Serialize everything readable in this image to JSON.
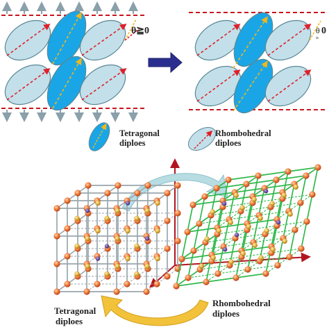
{
  "panel_top": {
    "angle_left": "θ≧0",
    "angle_right_symbol": "θ",
    "angle_right_value": "0",
    "angle_right_mark": "°"
  },
  "legend": {
    "tetragonal_line1": "Tetragonal",
    "tetragonal_line2": "diploes",
    "rhombohedral_line1": "Rhombohedral",
    "rhombohedral_line2": "diploes"
  },
  "bottom": {
    "tetragonal_line1": "Tetragonal",
    "tetragonal_line2": "diploes",
    "rhombohedral_line1": "Rhombohedral",
    "rhombohedral_line2": "diploes"
  },
  "colors": {
    "tetragonal_fill": "#1aa6e6",
    "rhombohedral_fill": "#c3e0ea",
    "ellipse_stroke": "#5a8796",
    "dipole_red": "#e0202a",
    "dipole_yellow": "#f2b61a",
    "boundary_red": "#c8141e",
    "arrow_grey": "#8aa0aa",
    "transition_arrow": "#2a2f8f",
    "lattice_grey": "#9aa6ac",
    "lattice_green": "#2eb84a",
    "atom_orange": "#e86b2a",
    "atom_yellow": "#e2b23a",
    "atom_purple": "#5a3a9a",
    "axis_red": "#b31520"
  }
}
